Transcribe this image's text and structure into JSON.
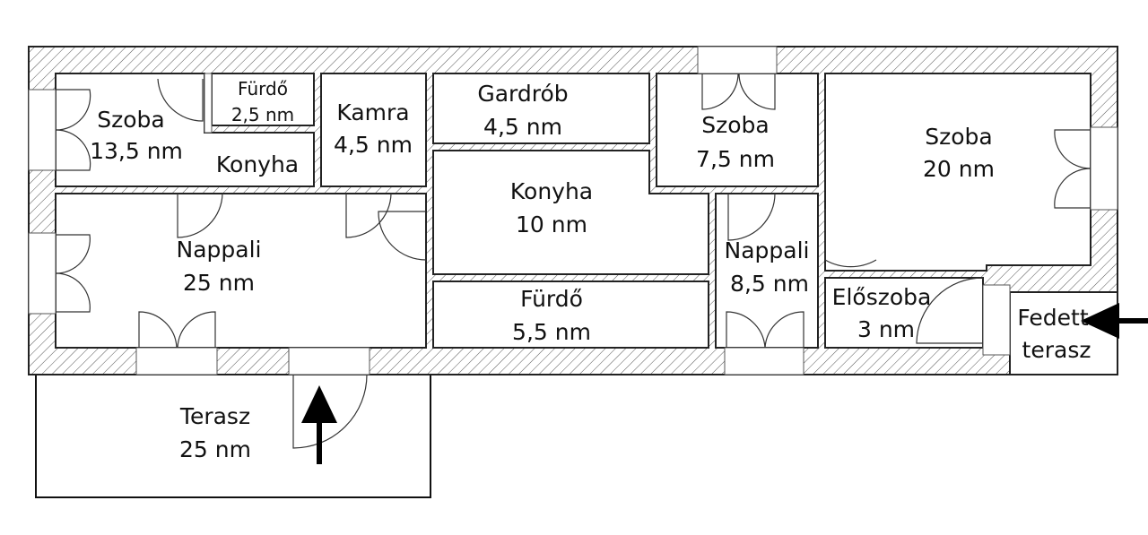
{
  "title": "Alaprajz",
  "rooms": [
    {
      "name": "Szoba",
      "area": "13,5 nm"
    },
    {
      "name": "Fürdő",
      "area": "2,5 nm"
    },
    {
      "name": "Konyha",
      "area": ""
    },
    {
      "name": "Kamra",
      "area": "4,5 nm"
    },
    {
      "name": "Gardrób",
      "area": "4,5 nm"
    },
    {
      "name": "Konyha",
      "area": "10 nm"
    },
    {
      "name": "Szoba",
      "area": "7,5 nm"
    },
    {
      "name": "Szoba",
      "area": "20 nm"
    },
    {
      "name": "Nappali",
      "area": "25 nm"
    },
    {
      "name": "Fürdő",
      "area": "5,5 nm"
    },
    {
      "name": "Nappali",
      "area": "8,5 nm"
    },
    {
      "name": "Előszoba",
      "area": "3 nm"
    },
    {
      "name": "Fedett",
      "area": "terasz"
    },
    {
      "name": "Terasz",
      "area": "25 nm"
    }
  ],
  "colors": {
    "wall": "#333333",
    "hatch": "#555555",
    "arrow": "#000000"
  }
}
